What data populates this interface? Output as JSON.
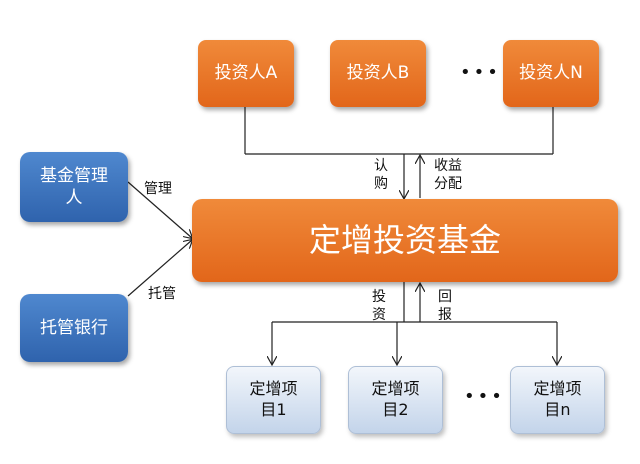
{
  "investors": {
    "a": "投资人A",
    "b": "投资人B",
    "n": "投资人N",
    "dots": "•••"
  },
  "fund": "定增投资基金",
  "left": {
    "manager": "基金管理人",
    "bank": "托管银行"
  },
  "labels": {
    "manage": "管理",
    "custody": "托管",
    "subscribe": "认购",
    "distribute": "收益分配",
    "invest": "投资",
    "return": "回报"
  },
  "projects": {
    "p1": "定增项目1",
    "p2": "定增项目2",
    "pn": "定增项目n",
    "dots": "•••"
  },
  "colors": {
    "orange": "#e56c1e",
    "blue": "#356cb5",
    "light": "#c9d8ec"
  }
}
